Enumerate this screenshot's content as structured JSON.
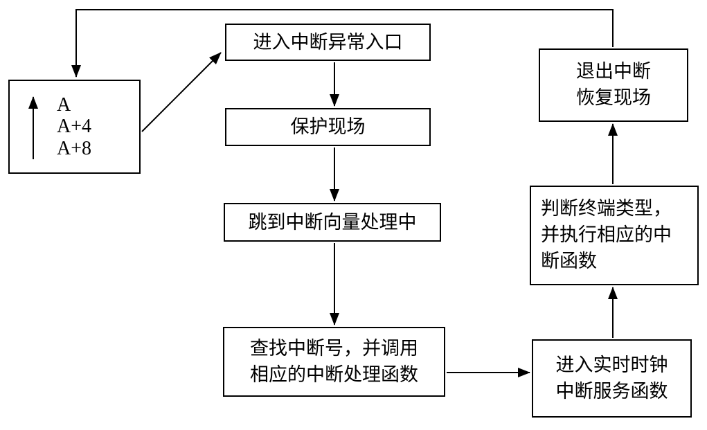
{
  "memory_box": {
    "lines": [
      "A",
      "A+4",
      "A+8"
    ]
  },
  "nodes": {
    "entry": {
      "label": "进入中断异常入口"
    },
    "protect": {
      "label": "保护现场"
    },
    "jump": {
      "label": "跳到中断向量处理中"
    },
    "find": {
      "lines": [
        "查找中断号，并调用",
        "相应的中断处理函数"
      ]
    },
    "rtc": {
      "lines": [
        "进入实时时钟",
        "中断服务函数"
      ]
    },
    "judge": {
      "lines": [
        "判断终端类型，",
        "并执行相应的中",
        "断函数"
      ]
    },
    "exit": {
      "lines": [
        "退出中断",
        "恢复现场"
      ]
    }
  },
  "edges": [
    {
      "from": "memory-addresses",
      "to": "entry"
    },
    {
      "from": "entry",
      "to": "protect"
    },
    {
      "from": "protect",
      "to": "jump"
    },
    {
      "from": "jump",
      "to": "find"
    },
    {
      "from": "find",
      "to": "rtc"
    },
    {
      "from": "rtc",
      "to": "judge"
    },
    {
      "from": "judge",
      "to": "exit"
    },
    {
      "from": "exit",
      "to": "memory-addresses"
    }
  ],
  "colors": {
    "line": "#000000",
    "background": "#ffffff",
    "box_border": "#000000"
  }
}
